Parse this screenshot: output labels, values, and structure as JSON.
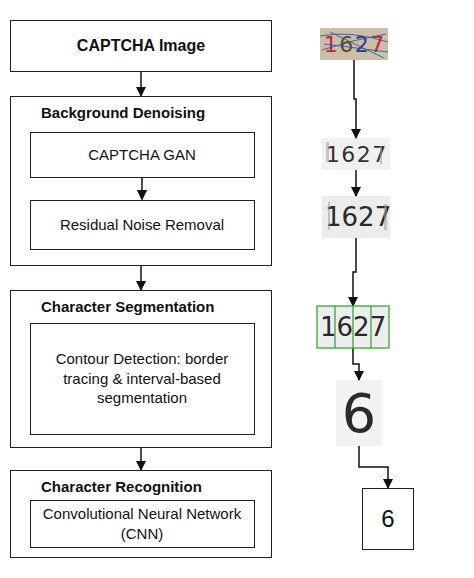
{
  "diagram": {
    "nodes": [
      {
        "text": [
          "CAPTCHA Image"
        ]
      },
      {
        "text": [
          "Background Denoising"
        ]
      },
      {
        "text": [
          "CAPTCHA GAN"
        ],
        "in": 1
      },
      {
        "text": [
          "Residual Noise Removal"
        ],
        "in": 1
      },
      {
        "text": [
          "Character Segmentation"
        ]
      },
      {
        "text": [
          "Contour Detection: border tracing & interval-based segmentation"
        ],
        "in": 4
      },
      {
        "text": [
          "Character Recognition"
        ]
      },
      {
        "text": [
          "Convolutional Neural Network (CNN)"
        ],
        "in": 6
      },
      {
        "text": [
          "1",
          "6",
          "2",
          "7"
        ]
      },
      {
        "text": [
          "1",
          "6",
          "2",
          "7"
        ]
      },
      {
        "text": [
          "1",
          "6",
          "2",
          "7"
        ]
      },
      {
        "text": [
          "1",
          "6",
          "2",
          "7"
        ]
      },
      {
        "text": [
          "6"
        ]
      },
      {
        "text": [
          "6"
        ]
      }
    ],
    "edges": [
      {
        "from": 0,
        "to": 1,
        "arrow": "to"
      },
      {
        "from": 2,
        "to": 3,
        "arrow": "to"
      },
      {
        "from": 1,
        "to": 4,
        "arrow": "to"
      },
      {
        "from": 4,
        "to": 6,
        "arrow": "to"
      },
      {
        "from": 8,
        "to": 9,
        "arrow": "to"
      },
      {
        "from": 9,
        "to": 10,
        "arrow": "to"
      },
      {
        "from": 10,
        "to": 11,
        "arrow": "to"
      },
      {
        "from": 11,
        "to": 12,
        "arrow": "to"
      },
      {
        "from": 12,
        "to": 13,
        "arrow": "to"
      }
    ]
  }
}
